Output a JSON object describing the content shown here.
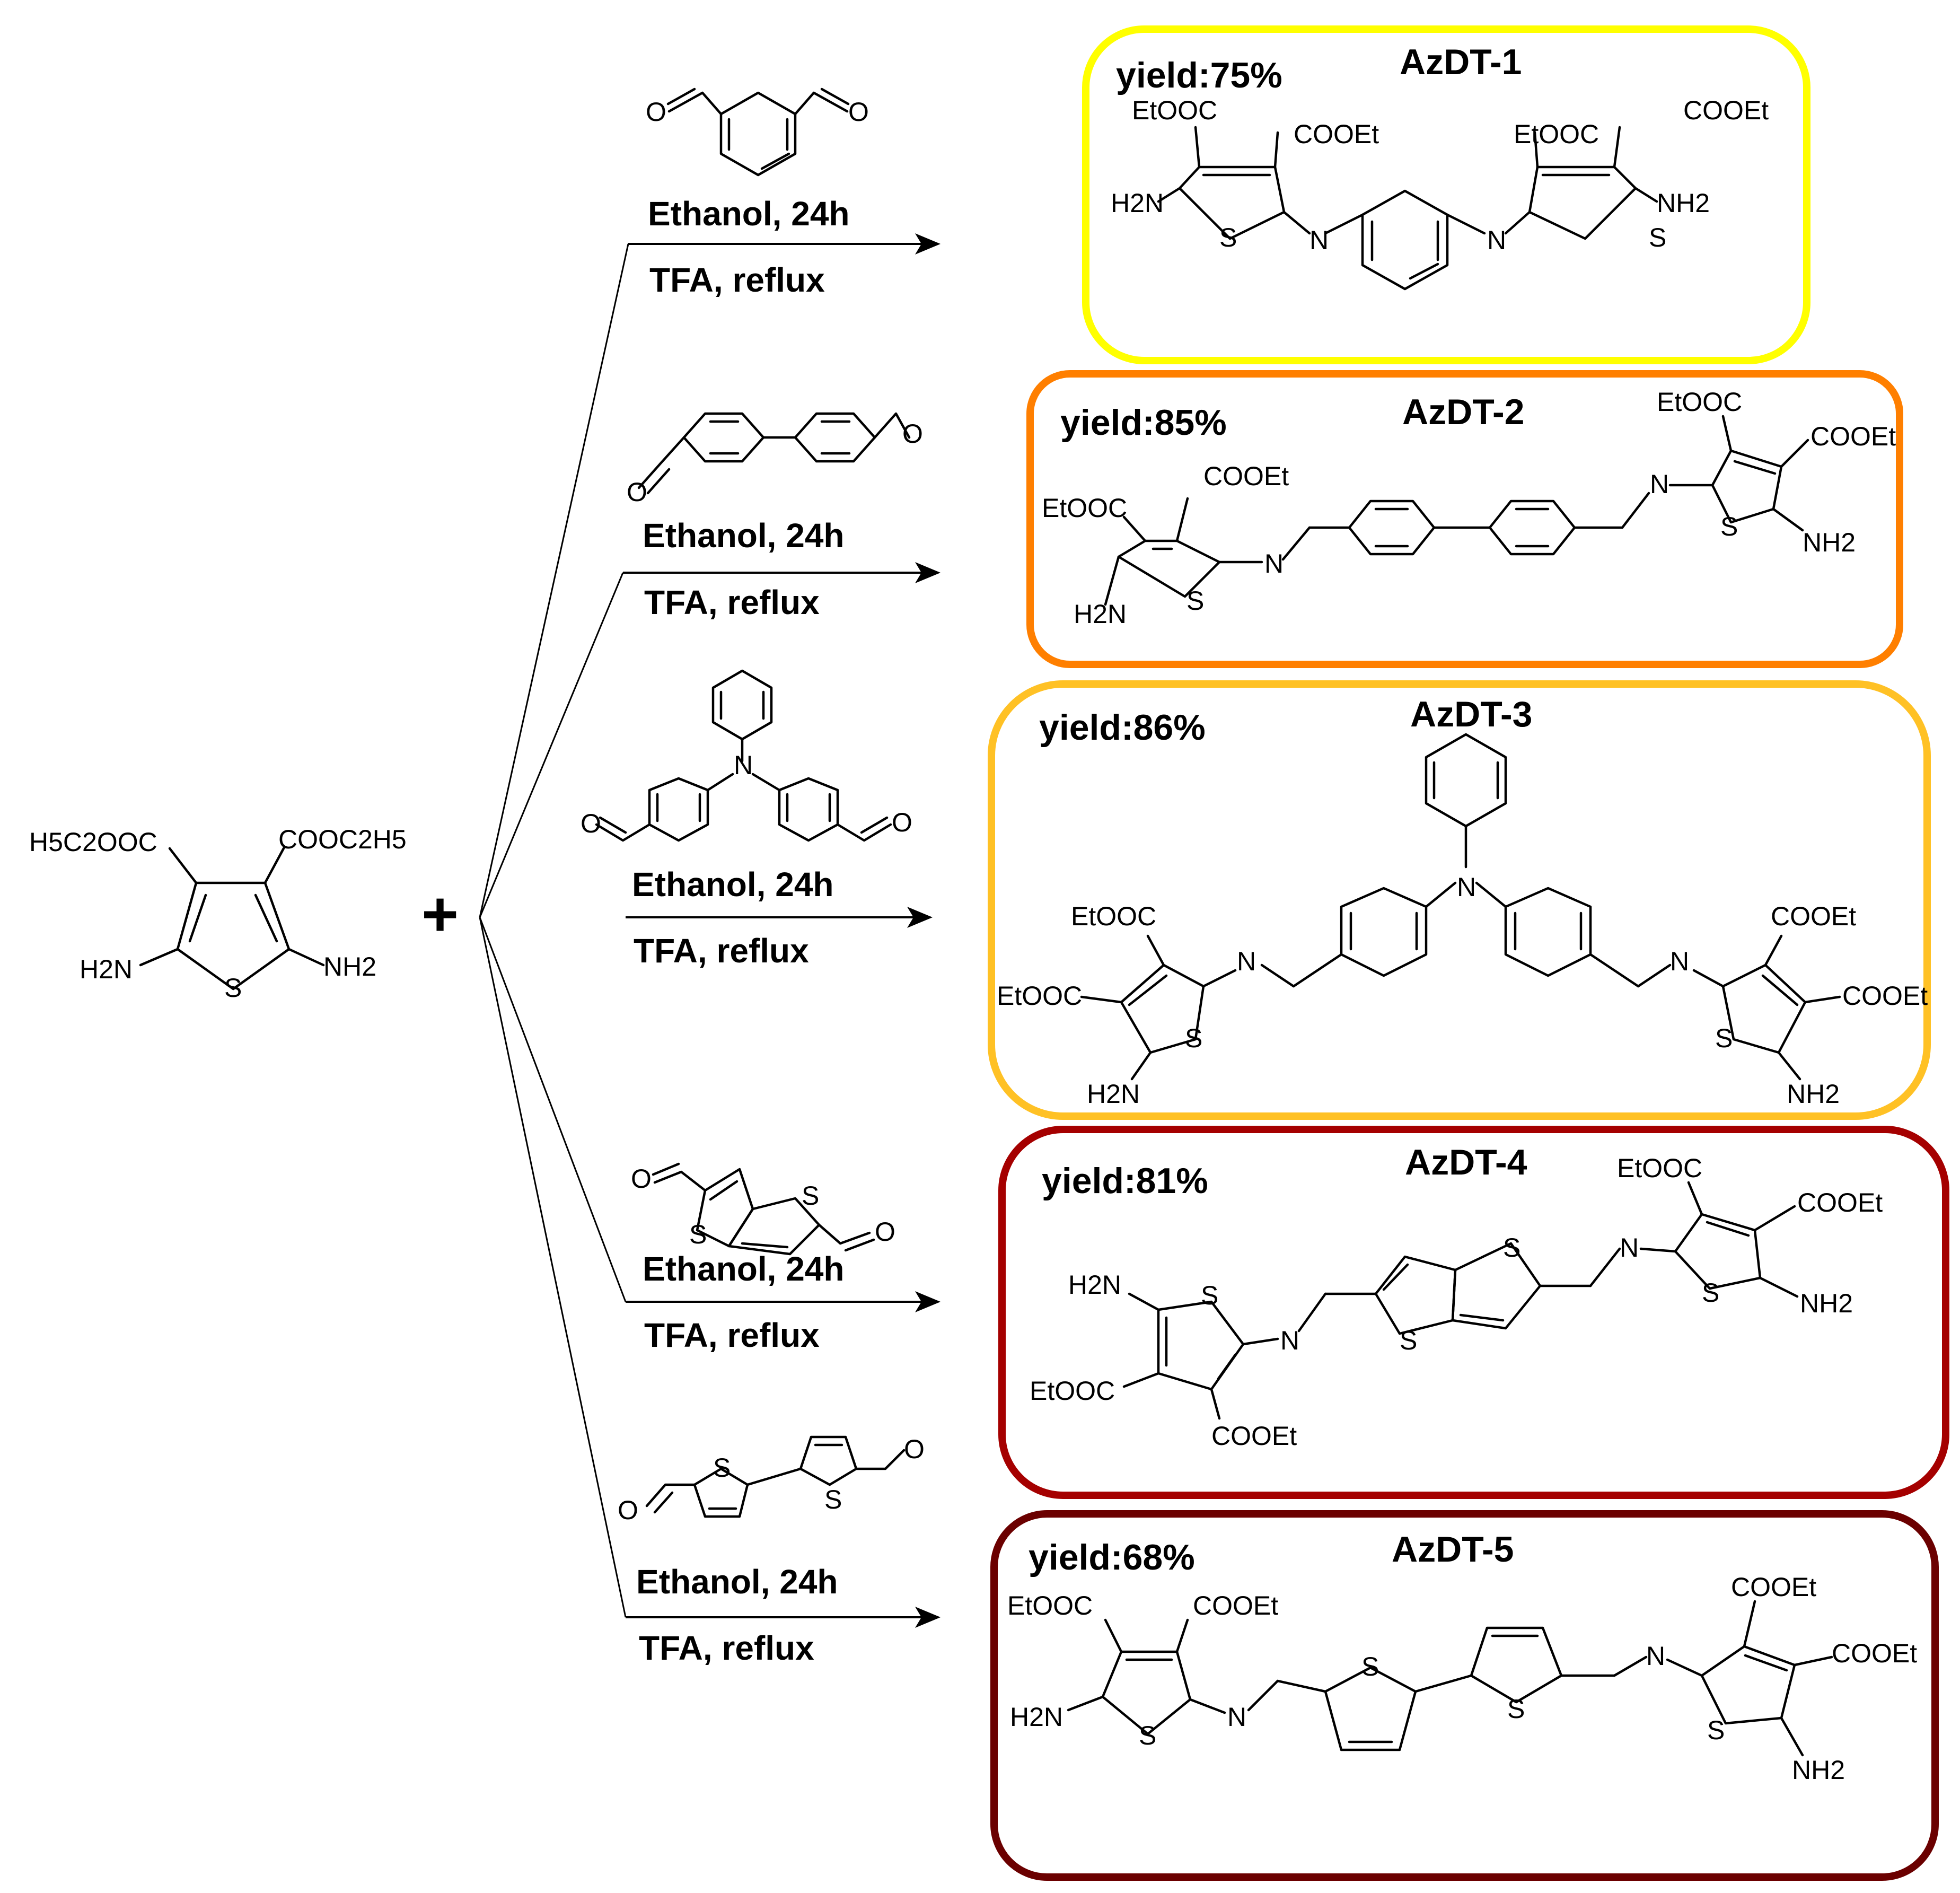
{
  "reactant": {
    "substituent_left": "H5C2OOC",
    "substituent_right": "COOC2H5",
    "amine_left": "H2N",
    "amine_right": "NH2",
    "sulfur": "S"
  },
  "plus_sign": "+",
  "conditions": {
    "solvent_time": "Ethanol, 24h",
    "catalyst": "TFA, reflux"
  },
  "atom_labels": {
    "oxygen": "O",
    "nitrogen": "N",
    "sulfur": "S",
    "ester": "COOEt",
    "ester_left": "EtOOC",
    "amine_left": "H2N",
    "amine_right": "NH2"
  },
  "products": [
    {
      "title": "AzDT-1",
      "yield": "yield:75%",
      "border_color": "#FFFF00"
    },
    {
      "title": "AzDT-2",
      "yield": "yield:85%",
      "border_color": "#FF7F00"
    },
    {
      "title": "AzDT-3",
      "yield": "yield:86%",
      "border_color": "#FFC125"
    },
    {
      "title": "AzDT-4",
      "yield": "yield:81%",
      "border_color": "#A50000"
    },
    {
      "title": "AzDT-5",
      "yield": "yield:68%",
      "border_color": "#6B0000"
    }
  ]
}
